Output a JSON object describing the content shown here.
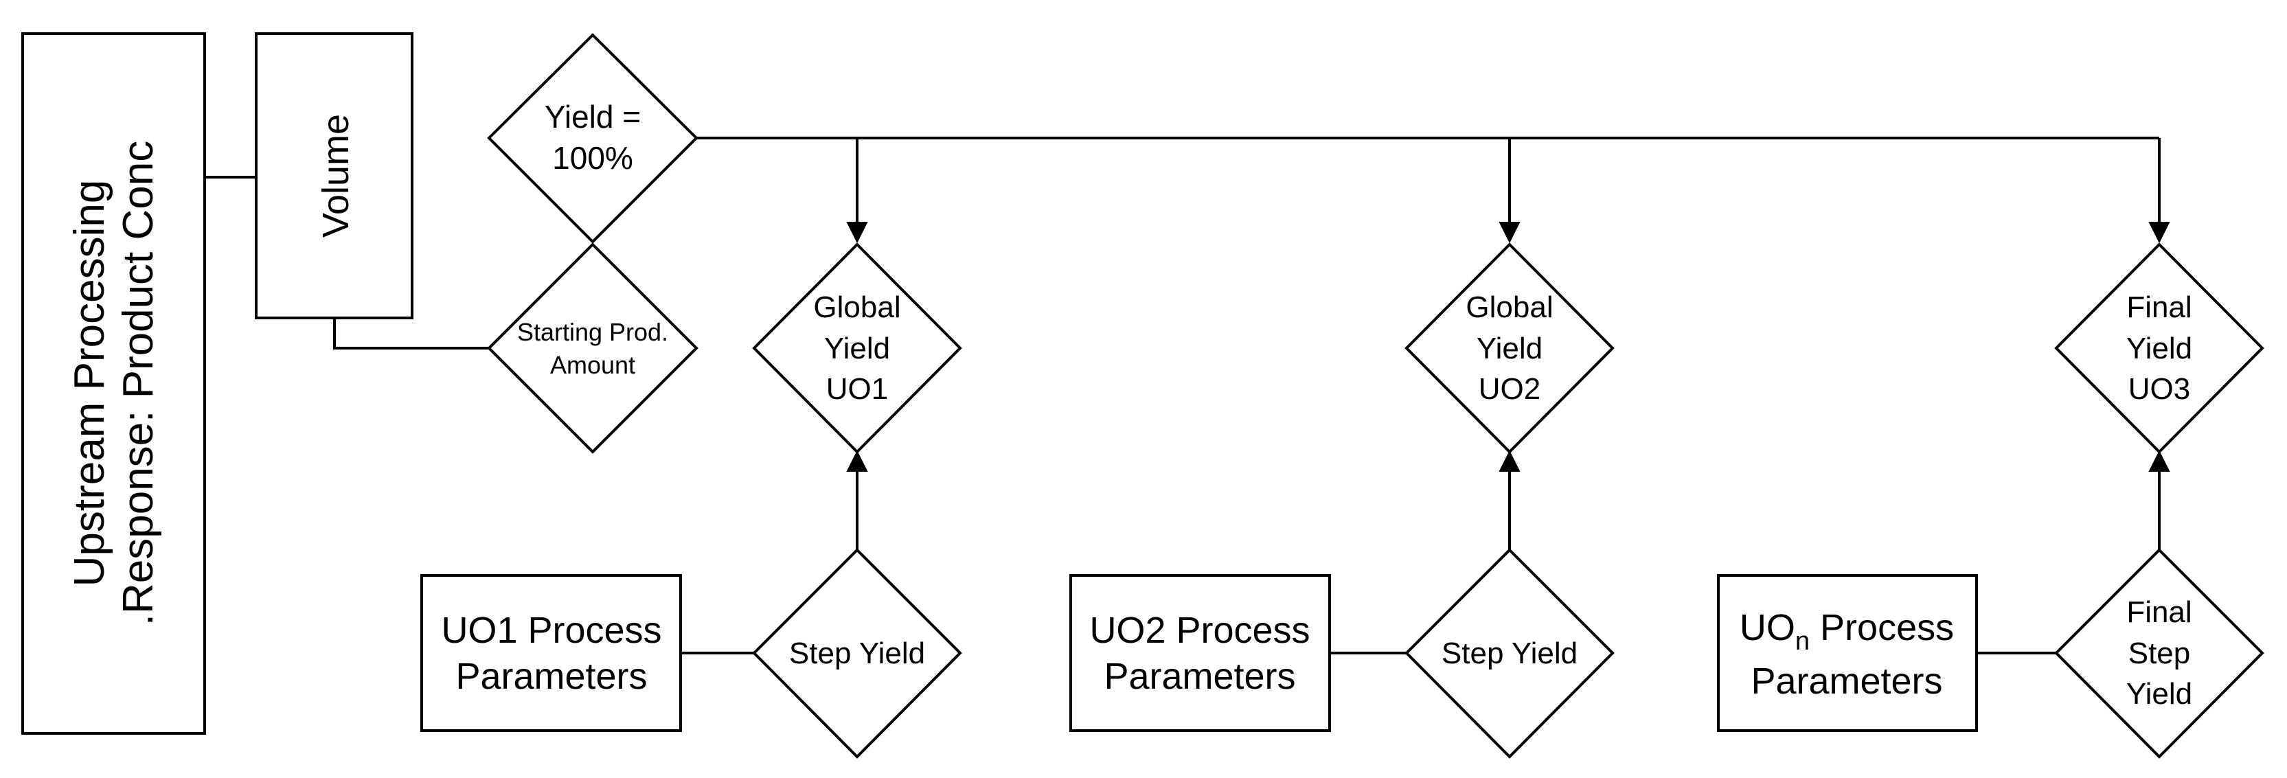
{
  "nodes": {
    "upstream": {
      "line1": "Upstream Processing",
      "line2": ".Response: Product Conc"
    },
    "volume": {
      "label": "Volume"
    },
    "yield_start": {
      "line1": "Yield =",
      "line2": "100%"
    },
    "starting_amount": {
      "line1": "Starting Prod.",
      "line2": "Amount"
    },
    "global_yield_uo1": {
      "line1": "Global",
      "line2": "Yield",
      "line3": "UO1"
    },
    "global_yield_uo2": {
      "line1": "Global",
      "line2": "Yield",
      "line3": "UO2"
    },
    "final_yield_uo3": {
      "line1": "Final",
      "line2": "Yield",
      "line3": "UO3"
    },
    "uo1_params": {
      "line1": "UO1 Process",
      "line2": "Parameters"
    },
    "uo2_params": {
      "line1": "UO2 Process",
      "line2": "Parameters"
    },
    "uon_params": {
      "line1_main": "UO",
      "line1_sub": "n",
      "line1_rest": " Process",
      "line2": "Parameters"
    },
    "step_yield_1": {
      "label": "Step Yield"
    },
    "step_yield_2": {
      "label": "Step Yield"
    },
    "final_step_yield": {
      "line1": "Final",
      "line2": "Step",
      "line3": "Yield"
    }
  }
}
